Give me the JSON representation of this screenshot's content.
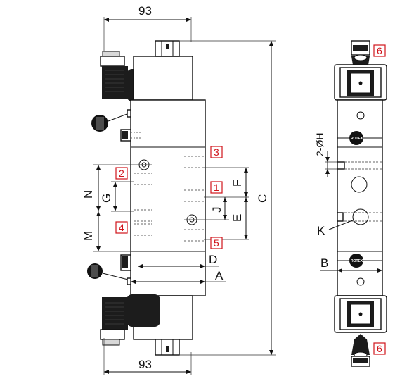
{
  "dimensions": {
    "width_top": "93",
    "width_bottom": "93",
    "overall_height": "C",
    "port_spacing_upper": "F",
    "port_spacing_lower": "E",
    "offset_j": "J",
    "mount_n": "N",
    "mount_g": "G",
    "mount_m": "M",
    "body_depth_d": "D",
    "body_depth_a": "A",
    "side_width_b": "B",
    "side_hole_k": "K",
    "mount_holes_h": "2-ØH"
  },
  "ports": {
    "p1": "1",
    "p2": "2",
    "p3": "3",
    "p4": "4",
    "p5": "5",
    "p6_top": "6",
    "p6_bottom": "6"
  },
  "brand": {
    "logo_text_upper": "ROTEX",
    "logo_text_lower": "ROTEX"
  },
  "colors": {
    "port_label": "#d0141b",
    "line": "#111111",
    "fill_dark": "#1c1c1c"
  }
}
